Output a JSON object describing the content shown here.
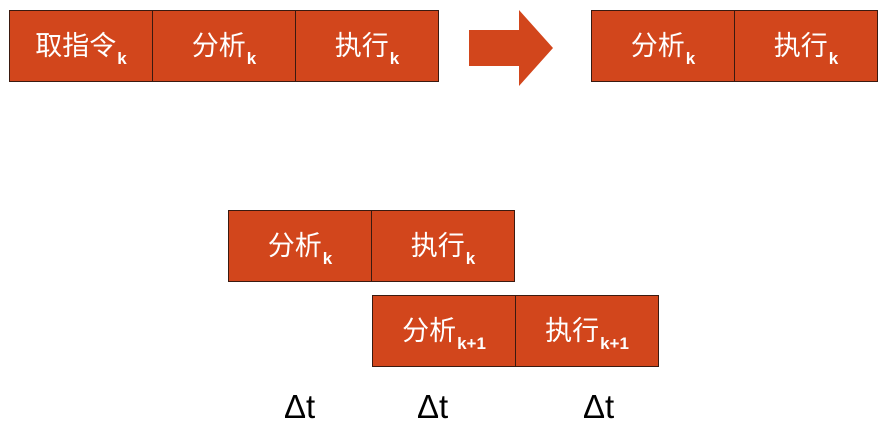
{
  "colors": {
    "box_fill": "#d2461c",
    "box_border": "#3a1a10",
    "arrow_fill": "#d2461c",
    "text": "#ffffff",
    "delta_text": "#000000"
  },
  "top_left": {
    "fetch": {
      "label": "取指令",
      "sub": "k"
    },
    "analyze": {
      "label": "分析",
      "sub": "k"
    },
    "execute": {
      "label": "执行",
      "sub": "k"
    }
  },
  "arrow_icon": "right-block-arrow",
  "top_right": {
    "analyze": {
      "label": "分析",
      "sub": "k"
    },
    "execute": {
      "label": "执行",
      "sub": "k"
    }
  },
  "mid": {
    "analyze": {
      "label": "分析",
      "sub": "k"
    },
    "execute": {
      "label": "执行",
      "sub": "k"
    }
  },
  "bottom": {
    "analyze": {
      "label": "分析",
      "sub": "k+1"
    },
    "execute": {
      "label": "执行",
      "sub": "k+1"
    }
  },
  "time_labels": [
    "Δt",
    "Δt",
    "Δt"
  ]
}
